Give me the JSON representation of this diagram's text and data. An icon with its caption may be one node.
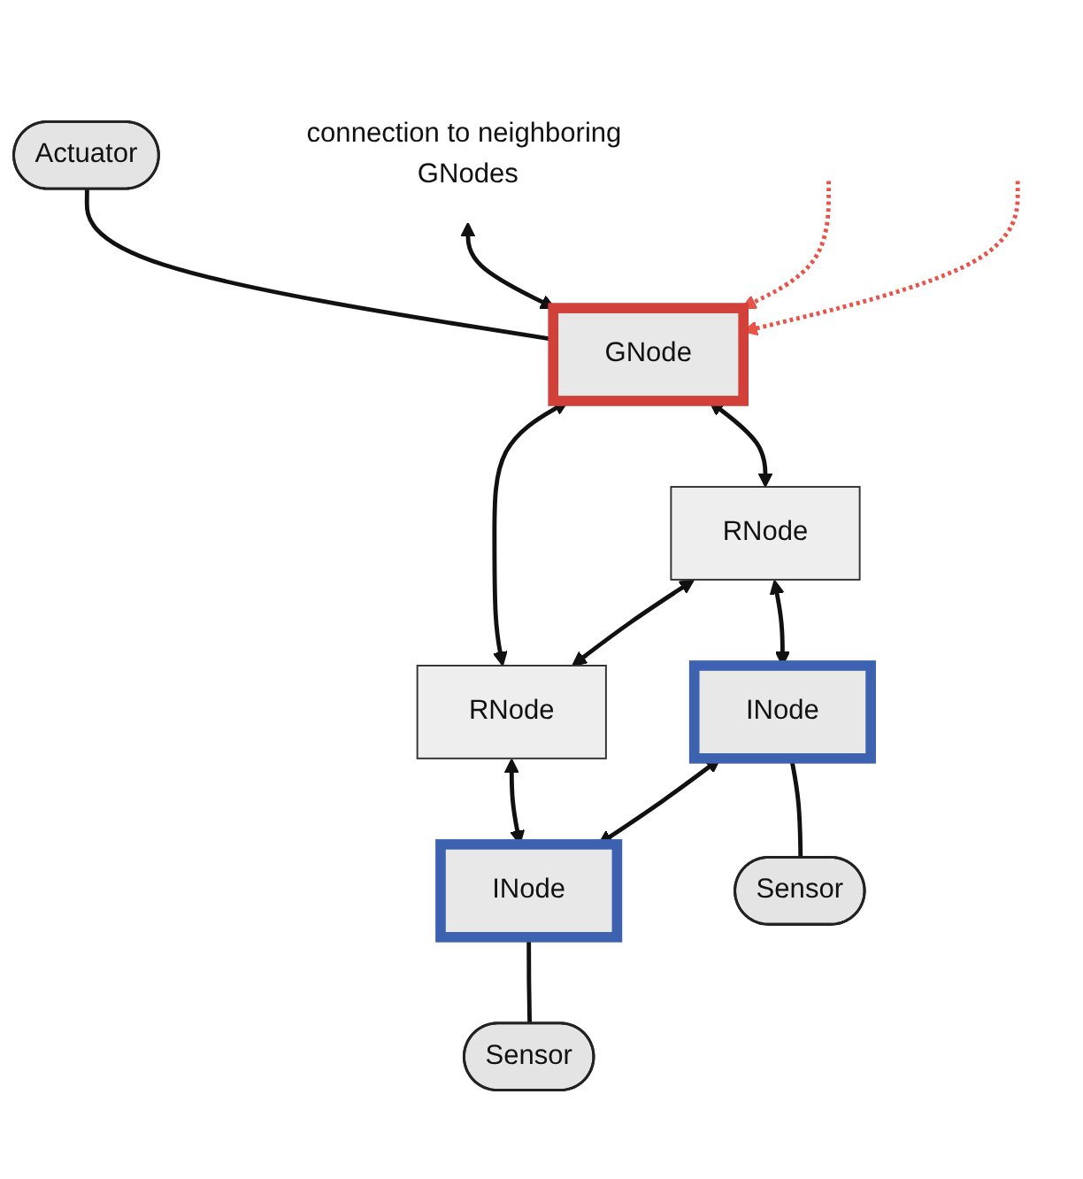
{
  "diagram": {
    "nodes": [
      {
        "text": [
          "Actuator"
        ]
      },
      {
        "text": [
          "connection to neighboring GNodes"
        ]
      },
      {
        "text": [
          "GNode"
        ]
      },
      {
        "text": [
          "RNode"
        ]
      },
      {
        "text": [
          "RNode"
        ]
      },
      {
        "text": [
          "INode"
        ]
      },
      {
        "text": [
          "INode"
        ]
      },
      {
        "text": [
          "Sensor"
        ]
      },
      {
        "text": [
          "Sensor"
        ]
      }
    ],
    "edges": [
      {
        "from": 0,
        "to": 2,
        "arrow": "none"
      },
      {
        "from": 1,
        "to": 2,
        "arrow": "both"
      },
      {
        "from": 2,
        "to": 3,
        "arrow": "both"
      },
      {
        "from": 2,
        "to": 4,
        "arrow": "both"
      },
      {
        "from": 3,
        "to": 4,
        "arrow": "both"
      },
      {
        "from": 3,
        "to": 5,
        "arrow": "both"
      },
      {
        "from": 4,
        "to": 6,
        "arrow": "both"
      },
      {
        "from": 5,
        "to": 6,
        "arrow": "both"
      },
      {
        "from": 5,
        "to": 7,
        "arrow": "none"
      },
      {
        "from": 6,
        "to": 8,
        "arrow": "none"
      },
      {
        "from": null,
        "to": 2,
        "arrow": "to",
        "style": "dashed",
        "color": "#e8534a"
      },
      {
        "from": null,
        "to": 2,
        "arrow": "to",
        "style": "dashed",
        "color": "#e8534a"
      }
    ]
  }
}
